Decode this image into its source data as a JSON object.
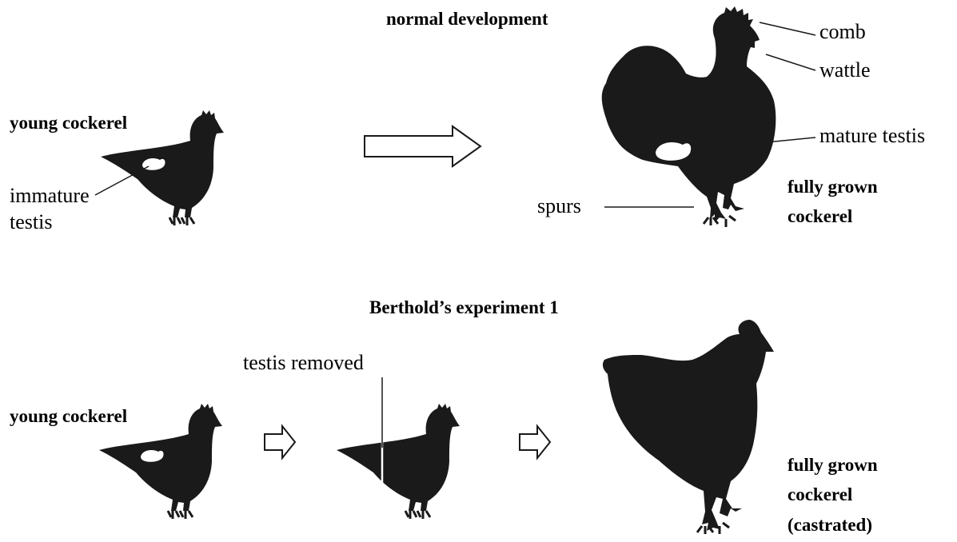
{
  "colors": {
    "silhouette": "#1a1a1a",
    "background": "#ffffff",
    "testis": "#ffffff"
  },
  "sections": {
    "normal": {
      "heading": "normal development",
      "young_label": "young cockerel",
      "immature_label_line1": "immature",
      "immature_label_line2": "testis",
      "comb_label": "comb",
      "wattle_label": "wattle",
      "mature_testis_label": "mature testis",
      "spurs_label": "spurs",
      "grown_label_line1": "fully grown",
      "grown_label_line2": "cockerel"
    },
    "experiment": {
      "heading": "Berthold’s experiment 1",
      "young_label": "young cockerel",
      "removed_label": "testis removed",
      "grown_label_line1": "fully grown",
      "grown_label_line2": "cockerel",
      "grown_label_line3": "(castrated)"
    }
  },
  "icons": {
    "arrow": "right-arrow-outline",
    "young": "young-cockerel-silhouette",
    "rooster": "rooster-silhouette",
    "hen": "castrated-cockerel-silhouette"
  }
}
